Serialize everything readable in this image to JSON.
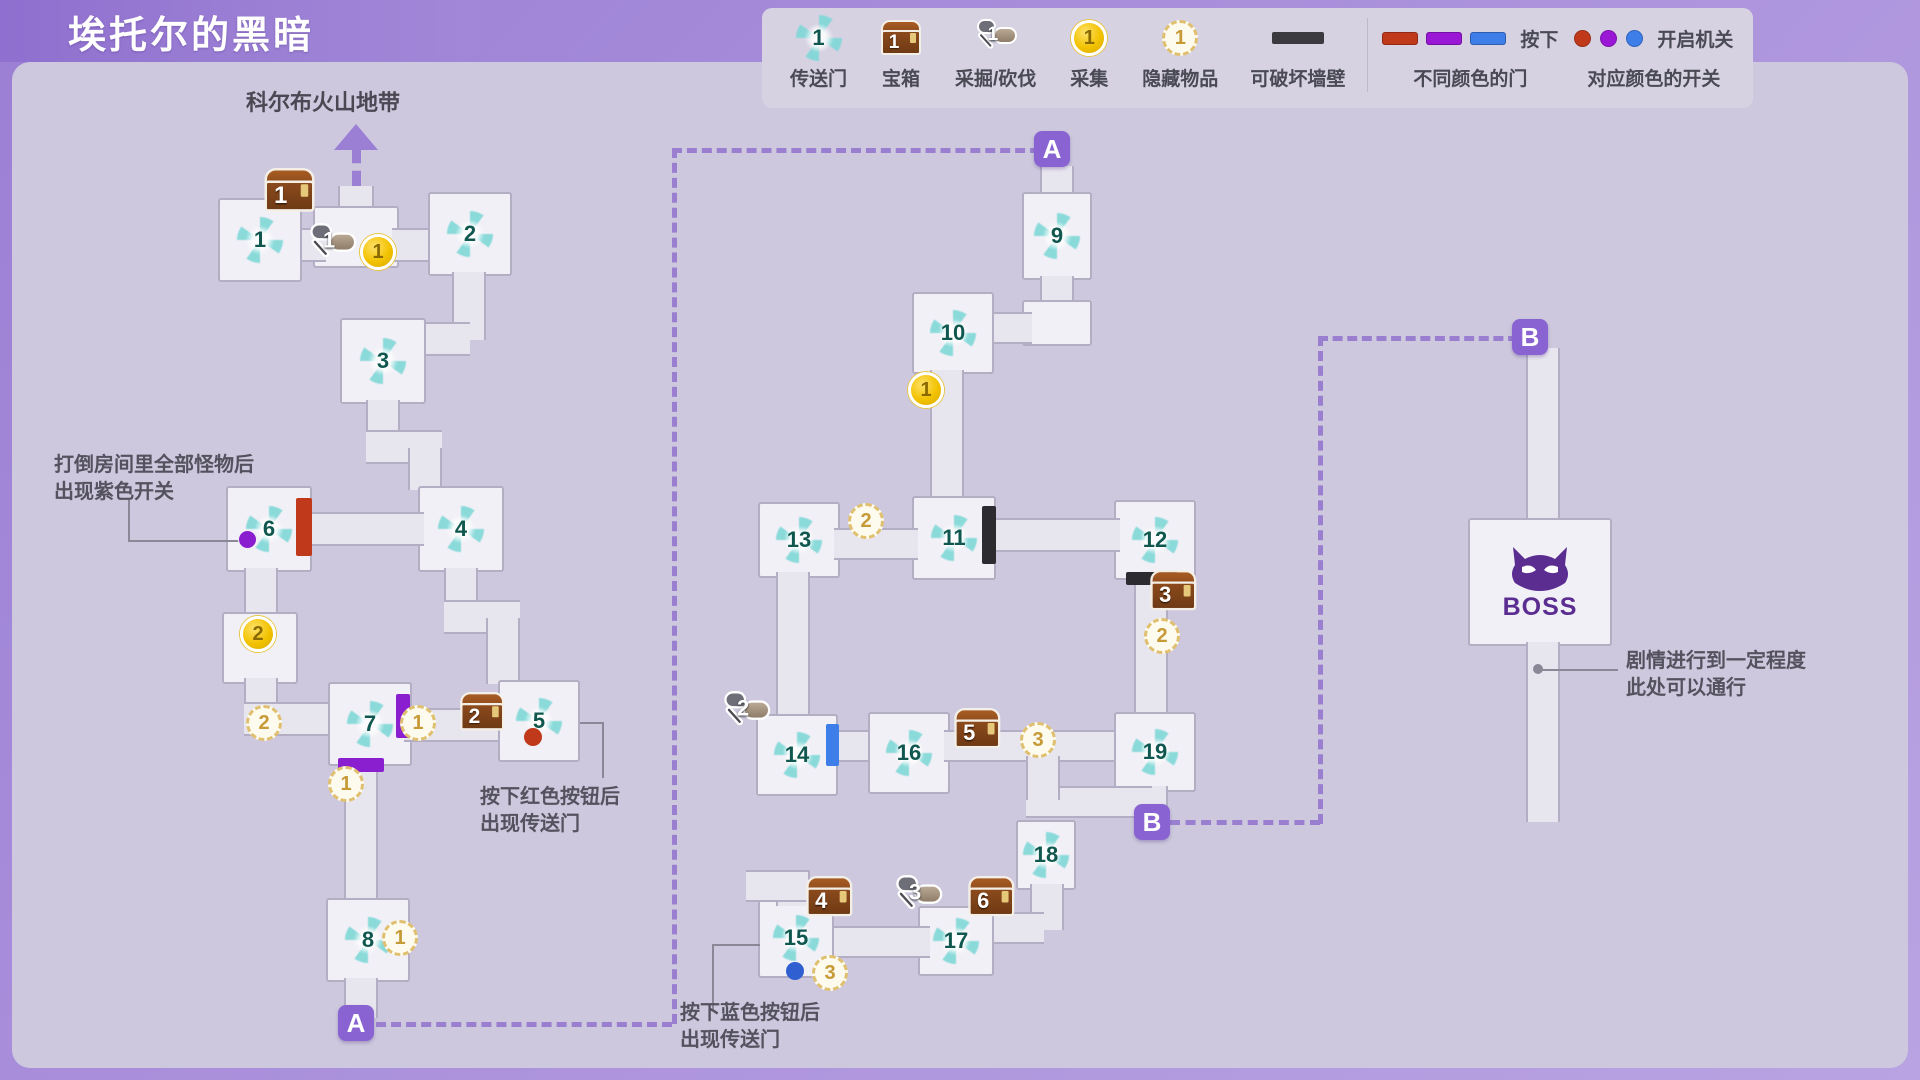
{
  "title": "埃托尔的黑暗",
  "top_exit_label": "科尔布火山地带",
  "legend": {
    "items": [
      {
        "icon": "portal-icon",
        "label": "传送门",
        "badge": "1"
      },
      {
        "icon": "chest-icon",
        "label": "宝箱",
        "badge": "1"
      },
      {
        "icon": "pickaxe-icon",
        "label": "采掘/砍伐",
        "badge": "1"
      },
      {
        "icon": "gather-coin-icon",
        "label": "采集",
        "badge": "1"
      },
      {
        "icon": "hidden-item-icon",
        "label": "隐藏物品",
        "badge": "1"
      },
      {
        "icon": "breakable-wall-icon",
        "label": "可破坏墙壁",
        "badge": ""
      }
    ],
    "doors": {
      "caption_top": "按下",
      "caption_bottom": "不同颜色的门",
      "colors": [
        "#c0391b",
        "#9b17d6",
        "#3d7ee8"
      ]
    },
    "switches": {
      "caption_top": "开启机关",
      "caption_bottom": "对应颜色的开关",
      "colors": [
        "#c0391b",
        "#9b17d6",
        "#3d7ee8"
      ]
    }
  },
  "notes": [
    {
      "id": "note-purple-switch",
      "lines": "打倒房间里全部怪物后\n出现紫色开关"
    },
    {
      "id": "note-red-button",
      "lines": "按下红色按钮后\n出现传送门"
    },
    {
      "id": "note-blue-button",
      "lines": "按下蓝色按钮后\n出现传送门"
    },
    {
      "id": "note-story-progress",
      "lines": "剧情进行到一定程度\n此处可以通行"
    }
  ],
  "markers": [
    {
      "id": "marker-a-top",
      "label": "A"
    },
    {
      "id": "marker-a-bottom",
      "label": "A"
    },
    {
      "id": "marker-b-top",
      "label": "B"
    },
    {
      "id": "marker-b-bottom",
      "label": "B"
    }
  ],
  "boss_room": {
    "label": "BOSS",
    "icon": "boss-face-icon"
  },
  "rooms": [
    {
      "id": "room-1",
      "number": "1"
    },
    {
      "id": "room-2",
      "number": "2"
    },
    {
      "id": "room-3",
      "number": "3"
    },
    {
      "id": "room-4",
      "number": "4"
    },
    {
      "id": "room-5",
      "number": "5"
    },
    {
      "id": "room-6",
      "number": "6"
    },
    {
      "id": "room-7",
      "number": "7"
    },
    {
      "id": "room-8",
      "number": "8"
    },
    {
      "id": "room-9",
      "number": "9"
    },
    {
      "id": "room-10",
      "number": "10"
    },
    {
      "id": "room-11",
      "number": "11"
    },
    {
      "id": "room-12",
      "number": "12"
    },
    {
      "id": "room-13",
      "number": "13"
    },
    {
      "id": "room-14",
      "number": "14"
    },
    {
      "id": "room-15",
      "number": "15"
    },
    {
      "id": "room-16",
      "number": "16"
    },
    {
      "id": "room-17",
      "number": "17"
    },
    {
      "id": "room-18",
      "number": "18"
    },
    {
      "id": "room-19",
      "number": "19"
    }
  ],
  "chests": [
    {
      "id": "chest-1",
      "number": "1"
    },
    {
      "id": "chest-2",
      "number": "2"
    },
    {
      "id": "chest-3",
      "number": "3"
    },
    {
      "id": "chest-4",
      "number": "4"
    },
    {
      "id": "chest-5",
      "number": "5"
    },
    {
      "id": "chest-6",
      "number": "6"
    }
  ],
  "pickaxes": [
    {
      "id": "pickaxe-1",
      "number": "1"
    },
    {
      "id": "pickaxe-2",
      "number": "2"
    },
    {
      "id": "pickaxe-3",
      "number": "3"
    }
  ],
  "gathers": [
    {
      "id": "gather-1",
      "number": "1"
    },
    {
      "id": "gather-2",
      "number": "2"
    },
    {
      "id": "gather-3",
      "number": "1"
    }
  ],
  "hidden_items": [
    {
      "id": "hidden-1",
      "number": "2"
    },
    {
      "id": "hidden-2",
      "number": "1"
    },
    {
      "id": "hidden-3",
      "number": "1"
    },
    {
      "id": "hidden-4",
      "number": "1"
    },
    {
      "id": "hidden-5",
      "number": "2"
    },
    {
      "id": "hidden-6",
      "number": "2"
    },
    {
      "id": "hidden-7",
      "number": "3"
    },
    {
      "id": "hidden-8",
      "number": "3"
    }
  ],
  "colors": {
    "background": "#cdc8dd",
    "frame": "#9b7fd4",
    "room_fill": "#f1f0f6",
    "room_border": "#b3aec4",
    "corridor_fill": "#e7e5ee",
    "portal_teal": "#7fd8d8",
    "door_red": "#c0391b",
    "door_purple": "#9b17d6",
    "door_blue": "#3d7ee8",
    "wall_black": "#3b3b3f",
    "marker_purple": "#8a63d2",
    "boss_purple": "#5b2d91"
  }
}
